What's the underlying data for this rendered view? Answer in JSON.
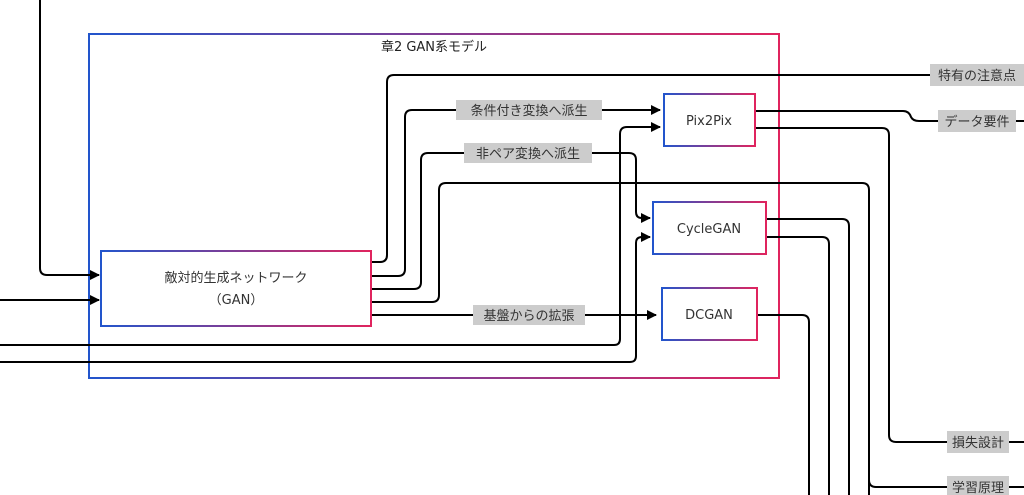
{
  "group": {
    "title": "章2 GAN系モデル"
  },
  "nodes": {
    "gan": {
      "line1": "敵対的生成ネットワーク",
      "line2": "（GAN）"
    },
    "pix2pix": {
      "label": "Pix2Pix"
    },
    "cyclegan": {
      "label": "CycleGAN"
    },
    "dcgan": {
      "label": "DCGAN"
    }
  },
  "edge_labels": {
    "conditional": "条件付き変換へ派生",
    "unpaired": "非ペア変換へ派生",
    "extension": "基盤からの拡張"
  },
  "external_labels": {
    "caveats": "特有の注意点",
    "data_req": "データ要件",
    "loss": "損失設計",
    "learning": "学習原理"
  },
  "colors": {
    "gradient_start": "#2255cc",
    "gradient_end": "#e0245e",
    "label_bg": "#cccccc",
    "line": "#000000"
  }
}
